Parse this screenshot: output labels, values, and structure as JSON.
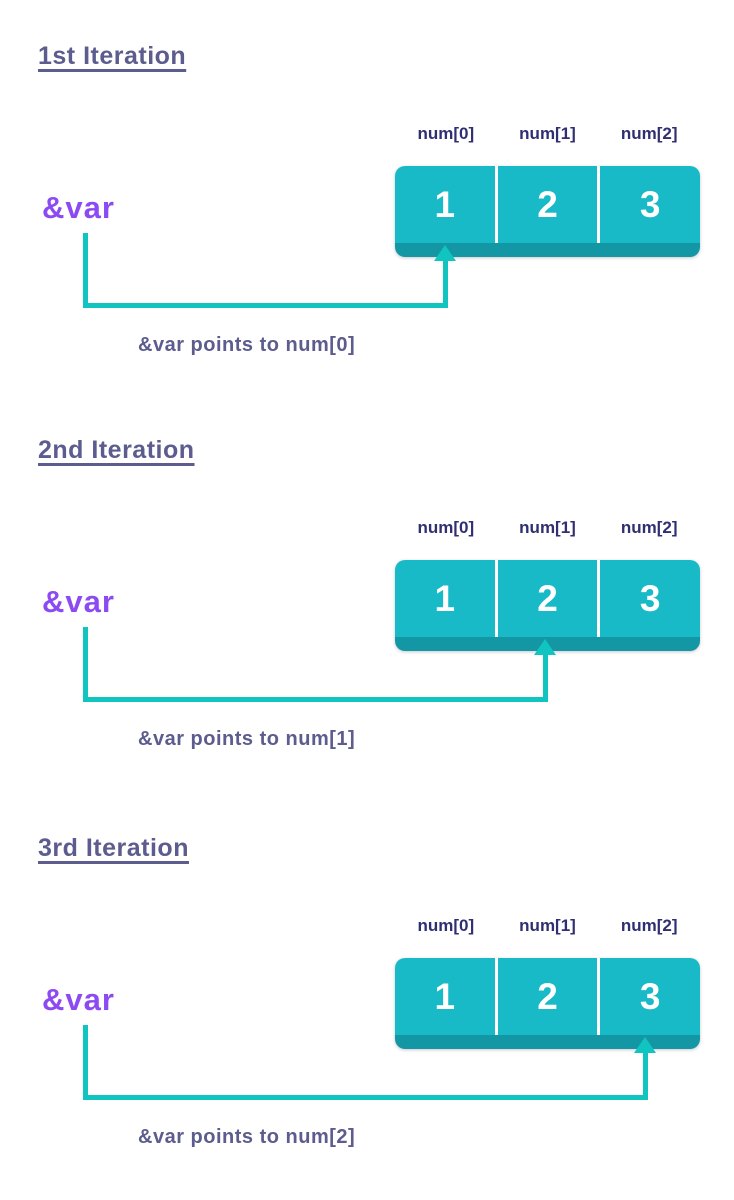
{
  "colors": {
    "array_fill": "#17bac6",
    "array_shadow": "#1397a4",
    "arrow": "#10c5c0",
    "pointer_text": "#8c4bf2",
    "heading_text": "#5c5c8e",
    "index_label_text": "#2f2f72",
    "cell_text": "#ffffff"
  },
  "sections": [
    {
      "title": "1st Iteration",
      "pointer_label": "&var",
      "array_labels": [
        "num[0]",
        "num[1]",
        "num[2]"
      ],
      "cells": [
        "1",
        "2",
        "3"
      ],
      "caption": "&var points to num[0]",
      "points_to_index": 0
    },
    {
      "title": "2nd Iteration",
      "pointer_label": "&var",
      "array_labels": [
        "num[0]",
        "num[1]",
        "num[2]"
      ],
      "cells": [
        "1",
        "2",
        "3"
      ],
      "caption": "&var points to num[1]",
      "points_to_index": 1
    },
    {
      "title": "3rd Iteration",
      "pointer_label": "&var",
      "array_labels": [
        "num[0]",
        "num[1]",
        "num[2]"
      ],
      "cells": [
        "1",
        "2",
        "3"
      ],
      "caption": "&var points to num[2]",
      "points_to_index": 2
    }
  ]
}
